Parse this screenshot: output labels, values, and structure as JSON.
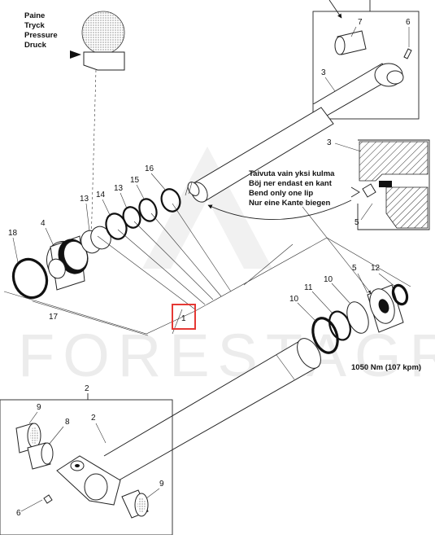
{
  "pressure_labels": [
    "Paine",
    "Tryck",
    "Pressure",
    "Druck"
  ],
  "seal_note": [
    "Taivuta vain yksi kulma",
    "Böj ner endast en kant",
    "Bend only one lip",
    "Nur eine Kante biegen"
  ],
  "torque_label": "1050 Nm (107 kpm)",
  "watermark": "FORESTAGRI",
  "callouts": {
    "p1": "1",
    "p2_top": "2",
    "p2_inner": "2",
    "p3_top": "3",
    "p3_detail": "3",
    "p4": "4",
    "p5_detail": "5",
    "p5": "5",
    "p6_top": "6",
    "p6_bottom": "6",
    "p7": "7",
    "p8": "8",
    "p9_a": "9",
    "p9_b": "9",
    "p10_a": "10",
    "p10_b": "10",
    "p11": "11",
    "p12": "12",
    "p13_a": "13",
    "p13_b": "13",
    "p14": "14",
    "p15": "15",
    "p16": "16",
    "p17": "17",
    "p18": "18"
  },
  "colors": {
    "highlight": "#e53935",
    "line": "#222222",
    "watermark": "#ececec"
  }
}
